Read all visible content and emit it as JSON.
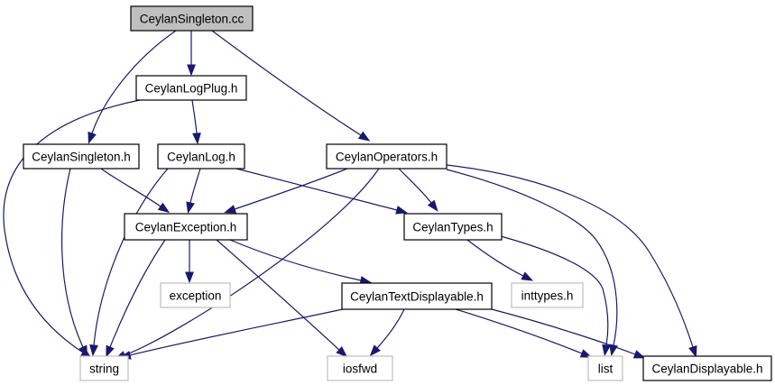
{
  "diagram": {
    "nodes": [
      {
        "id": "singleton_cc",
        "label": "CeylanSingleton.cc",
        "style": "root"
      },
      {
        "id": "logplug_h",
        "label": "CeylanLogPlug.h",
        "style": "normal"
      },
      {
        "id": "singleton_h",
        "label": "CeylanSingleton.h",
        "style": "normal"
      },
      {
        "id": "log_h",
        "label": "CeylanLog.h",
        "style": "normal"
      },
      {
        "id": "operators_h",
        "label": "CeylanOperators.h",
        "style": "normal"
      },
      {
        "id": "exception_h",
        "label": "CeylanException.h",
        "style": "normal"
      },
      {
        "id": "types_h",
        "label": "CeylanTypes.h",
        "style": "normal"
      },
      {
        "id": "exception",
        "label": "exception",
        "style": "system"
      },
      {
        "id": "textdisplayable_h",
        "label": "CeylanTextDisplayable.h",
        "style": "normal"
      },
      {
        "id": "inttypes_h",
        "label": "inttypes.h",
        "style": "system"
      },
      {
        "id": "string",
        "label": "string",
        "style": "system"
      },
      {
        "id": "iosfwd",
        "label": "iosfwd",
        "style": "system"
      },
      {
        "id": "list",
        "label": "list",
        "style": "system"
      },
      {
        "id": "displayable_h",
        "label": "CeylanDisplayable.h",
        "style": "normal"
      }
    ],
    "edges": [
      {
        "from": "singleton_cc",
        "to": "logplug_h"
      },
      {
        "from": "singleton_cc",
        "to": "singleton_h"
      },
      {
        "from": "singleton_cc",
        "to": "operators_h"
      },
      {
        "from": "logplug_h",
        "to": "log_h"
      },
      {
        "from": "logplug_h",
        "to": "string"
      },
      {
        "from": "singleton_h",
        "to": "exception_h"
      },
      {
        "from": "singleton_h",
        "to": "string"
      },
      {
        "from": "log_h",
        "to": "exception_h"
      },
      {
        "from": "log_h",
        "to": "types_h"
      },
      {
        "from": "log_h",
        "to": "string"
      },
      {
        "from": "operators_h",
        "to": "exception_h"
      },
      {
        "from": "operators_h",
        "to": "types_h"
      },
      {
        "from": "operators_h",
        "to": "string"
      },
      {
        "from": "operators_h",
        "to": "list"
      },
      {
        "from": "operators_h",
        "to": "displayable_h"
      },
      {
        "from": "exception_h",
        "to": "exception"
      },
      {
        "from": "exception_h",
        "to": "textdisplayable_h"
      },
      {
        "from": "exception_h",
        "to": "string"
      },
      {
        "from": "exception_h",
        "to": "iosfwd"
      },
      {
        "from": "types_h",
        "to": "inttypes_h"
      },
      {
        "from": "types_h",
        "to": "list"
      },
      {
        "from": "textdisplayable_h",
        "to": "string"
      },
      {
        "from": "textdisplayable_h",
        "to": "iosfwd"
      },
      {
        "from": "textdisplayable_h",
        "to": "list"
      },
      {
        "from": "textdisplayable_h",
        "to": "displayable_h"
      }
    ],
    "colors": {
      "edge": "#191970",
      "root_fill": "#bfbfbf",
      "root_border": "#000000",
      "normal_border": "#000000",
      "system_border": "#bfbfbf",
      "node_fill": "#ffffff"
    }
  }
}
